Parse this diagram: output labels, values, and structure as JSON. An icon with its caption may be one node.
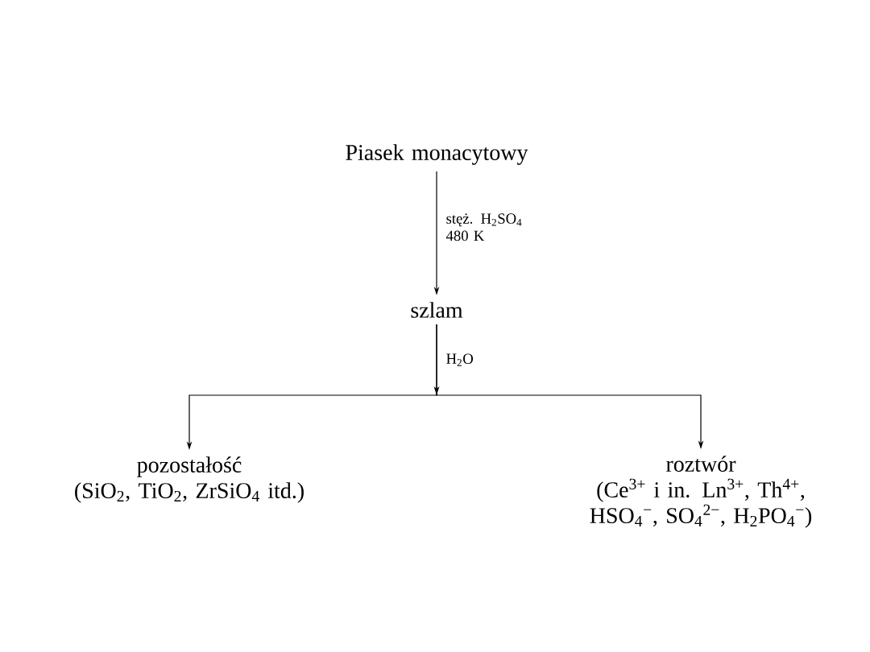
{
  "diagram": {
    "nodes": [
      {
        "text": [
          "Piasek monacytowy"
        ]
      },
      {
        "text": [
          "szlam"
        ]
      },
      {
        "text": [
          "pozostałość",
          "(SiO$_{2}$, TiO$_{2}$, ZrSiO$_{4}$ itd.)"
        ]
      },
      {
        "text": [
          "roztwór",
          "(Ce$^{3+}$ i in. Ln$^{3+}$, Th$^{4+}$, HSO$_{4}$$^{−}$, SO$_{4}$$^{2−}$, H$_{2}$PO$_{4}$$^{−}$)"
        ]
      }
    ],
    "edges": [
      {
        "from": 0,
        "to": 1,
        "arrow": "to",
        "label": "stęż. H$_{2}$SO$_{4}$ 480 K"
      },
      {
        "from": 1,
        "to": 2,
        "arrow": "to",
        "label": "H$_{2}$O"
      },
      {
        "from": 1,
        "to": 3,
        "arrow": "to"
      }
    ]
  }
}
